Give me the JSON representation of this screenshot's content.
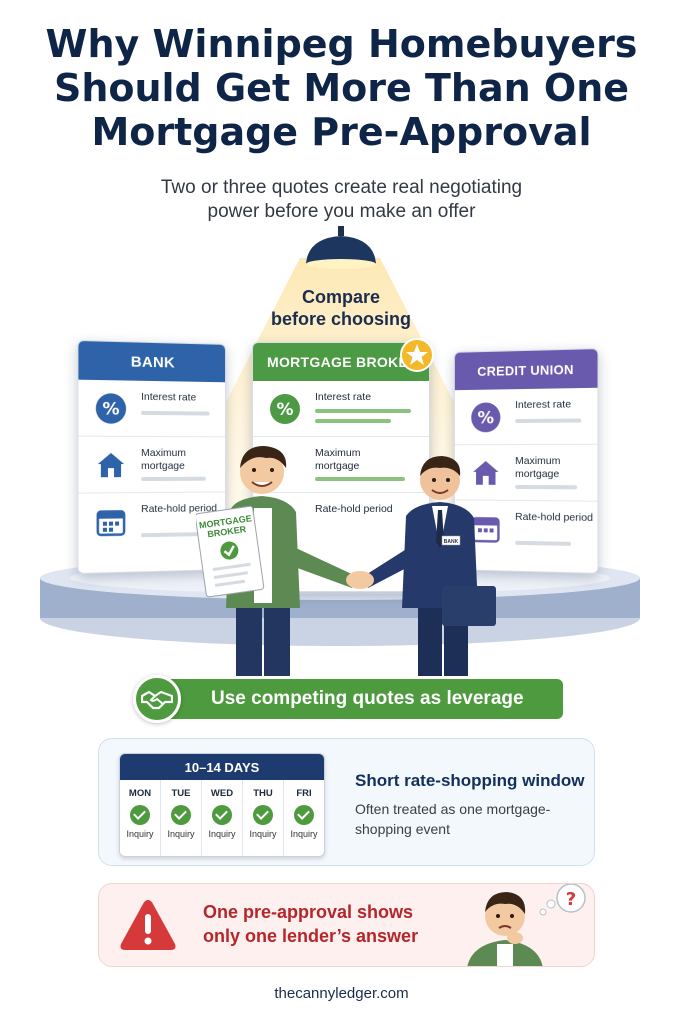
{
  "title": {
    "line1": "Why Winnipeg Homebuyers",
    "line2": "Should Get More Than One",
    "line3": "Mortgage Pre-Approval"
  },
  "subtitle": {
    "line1": "Two or three quotes create real negotiating",
    "line2": "power before you make an offer"
  },
  "spotlight": {
    "line1": "Compare",
    "line2": "before choosing"
  },
  "cards": {
    "bank": {
      "header": "BANK",
      "rows": [
        "Interest rate",
        "Maximum mortgage",
        "Rate-hold period"
      ]
    },
    "broker": {
      "header": "MORTGAGE BROKER",
      "rows": [
        "Interest rate",
        "Maximum mortgage",
        "Rate-hold period"
      ]
    },
    "credit_union": {
      "header": "CREDIT UNION",
      "rows": [
        "Interest rate",
        "Maximum mortgage",
        "Rate-hold period"
      ]
    }
  },
  "illustration": {
    "paper_label_line1": "MORTGAGE",
    "paper_label_line2": "BROKER",
    "badge_label": "BANK"
  },
  "leverage": {
    "label": "Use competing quotes as leverage"
  },
  "rate_window": {
    "calendar_title": "10–14 DAYS",
    "days": [
      {
        "name": "MON",
        "note": "Inquiry"
      },
      {
        "name": "TUE",
        "note": "Inquiry"
      },
      {
        "name": "WED",
        "note": "Inquiry"
      },
      {
        "name": "THU",
        "note": "Inquiry"
      },
      {
        "name": "FRI",
        "note": "Inquiry"
      }
    ],
    "title": "Short rate-shopping window",
    "description": "Often treated as one mortgage-shopping event"
  },
  "warning": {
    "line1": "One pre-approval shows",
    "line2": "only one lender’s answer",
    "thought_symbol": "?"
  },
  "footer": "thecannyledger.com",
  "colors": {
    "navy": "#0f2547",
    "bank_blue": "#2f63a9",
    "broker_green": "#4d9a45",
    "credit_union_purple": "#6a5aae",
    "warning_red": "#b5262a",
    "star_gold": "#f4b82b"
  },
  "icons": [
    "percent-icon",
    "house-icon",
    "calendar-icon",
    "star-icon",
    "handshake-icon",
    "checkmark-icon",
    "warning-icon",
    "question-icon",
    "lamp-icon"
  ]
}
